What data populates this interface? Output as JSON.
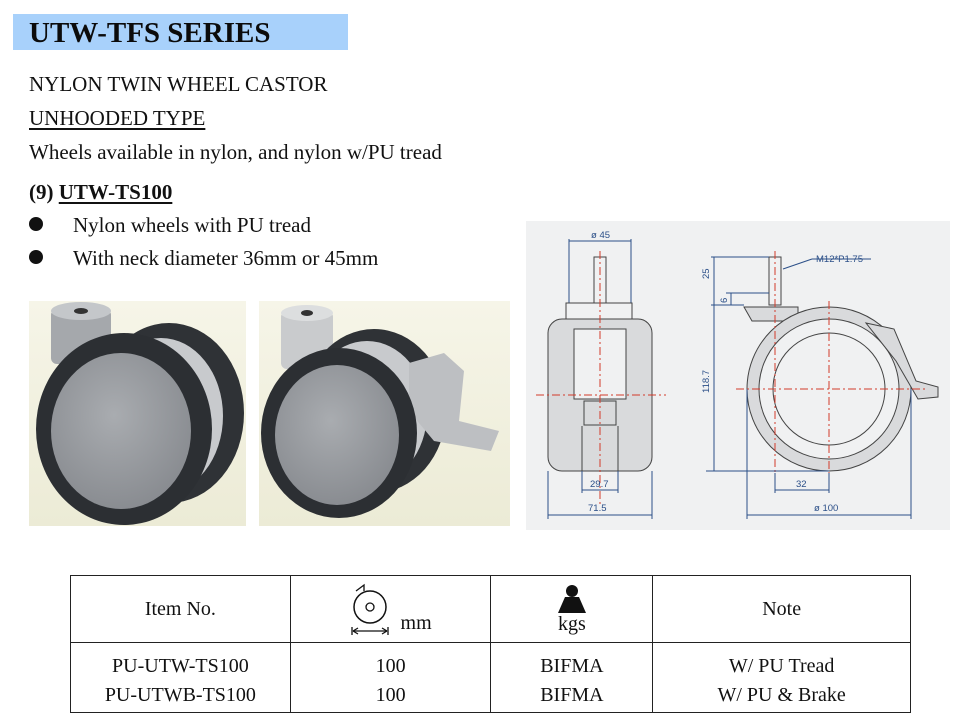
{
  "header": {
    "series_title": "UTW-TFS SERIES",
    "line1": "NYLON TWIN WHEEL CASTOR",
    "line2": "UNHOODED TYPE",
    "line3": "Wheels available in nylon, and nylon w/PU tread"
  },
  "model": {
    "index": "(9)",
    "code": "UTW-TS100",
    "bullets": [
      "Nylon wheels with PU tread",
      "With neck diameter 36mm or 45mm"
    ]
  },
  "drawing": {
    "neck_diameter": "ø 45",
    "thread": "M12*P1.75",
    "stem_height": "25",
    "collar": "6",
    "total_height": "118.7",
    "wheel_width": "29.7",
    "overall_width": "71.5",
    "offset": "32",
    "wheel_diameter": "ø 100"
  },
  "table": {
    "headers": {
      "item": "Item No.",
      "size_unit": "mm",
      "load_unit": "kgs",
      "note": "Note"
    },
    "header_icons": [
      "wheel-size-icon",
      "weight-icon"
    ],
    "rows": [
      {
        "item": "PU-UTW-TS100",
        "size": "100",
        "load": "BIFMA",
        "note": "W/ PU Tread"
      },
      {
        "item": "PU-UTWB-TS100",
        "size": "100",
        "load": "BIFMA",
        "note": "W/ PU & Brake"
      }
    ]
  },
  "colors": {
    "banner": "#a8d1fb",
    "drawing_line": "#2b4f88",
    "drawing_bg": "#f0f1f2"
  }
}
